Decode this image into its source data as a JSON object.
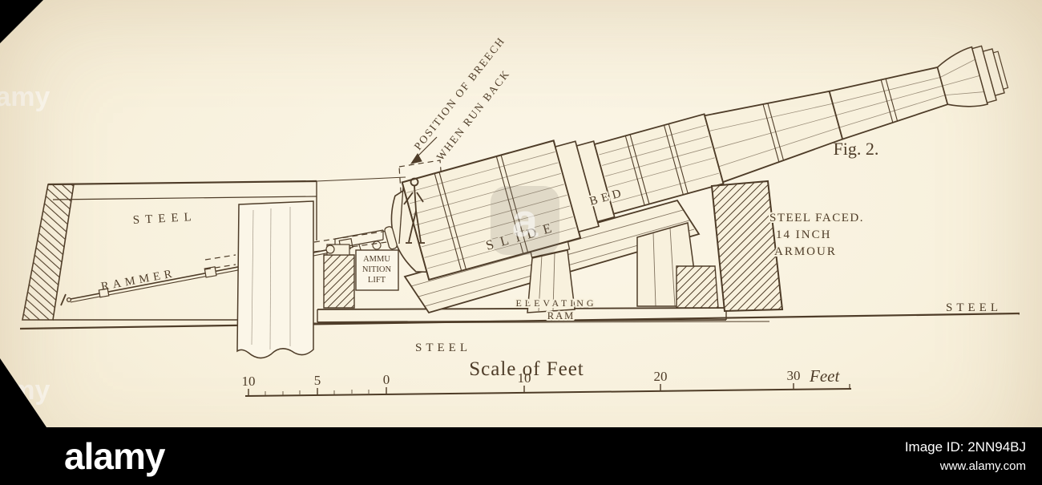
{
  "colors": {
    "paper": "#f8f1dd",
    "ink": "#4e3c28",
    "bar": "#000000"
  },
  "figure": {
    "caption": "Fig. 2."
  },
  "labels": {
    "breech1": "POSITION OF BREECH",
    "breech2": "WHEN RUN BACK",
    "steel_wall": "STEEL",
    "rammer": "RAMMER",
    "ammo1": "AMMU",
    "ammo2": "NITION",
    "ammo3": "LIFT",
    "slide": "SLIDE",
    "bed": "BED",
    "elevating": "ELEVATING",
    "ram": "RAM",
    "armour1": "STEEL FACED.",
    "armour2": "14 INCH",
    "armour3": "ARMOUR",
    "steel_ground_right": "STEEL",
    "steel_ground_bottom": "STEEL"
  },
  "scale": {
    "title": "Scale of Feet",
    "ticks": [
      "10",
      "5",
      "0",
      "10",
      "20",
      "30"
    ],
    "unit": "Feet"
  },
  "watermark": {
    "brand": "alamy",
    "symbol": "a"
  },
  "footer": {
    "brand": "alamy",
    "image_id": "Image ID: 2NN94BJ",
    "url": "www.alamy.com"
  }
}
